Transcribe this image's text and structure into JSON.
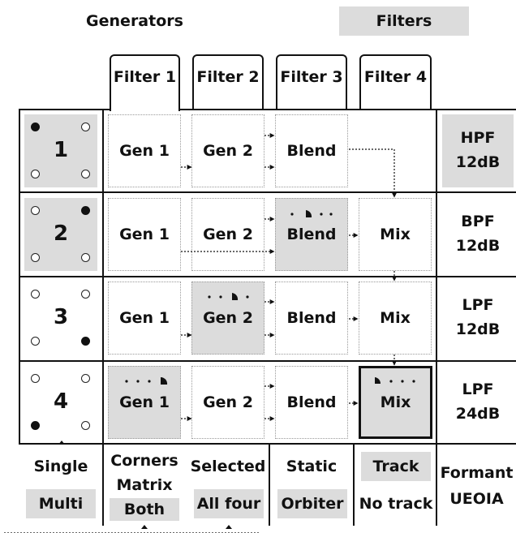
{
  "top": {
    "generators_label": "Generators",
    "filters_button": "Filters"
  },
  "tabs": [
    "Filter 1",
    "Filter 2",
    "Filter 3",
    "Filter 4"
  ],
  "rows": [
    {
      "number": "1",
      "cells": [
        "Gen 1",
        "Gen 2",
        "Blend",
        ""
      ],
      "filter_type": "HPF",
      "filter_slope": "12dB"
    },
    {
      "number": "2",
      "cells": [
        "Gen 1",
        "Gen 2",
        "Blend",
        "Mix"
      ],
      "filter_type": "BPF",
      "filter_slope": "12dB"
    },
    {
      "number": "3",
      "cells": [
        "Gen 1",
        "Gen 2",
        "Blend",
        "Mix"
      ],
      "filter_type": "LPF",
      "filter_slope": "12dB"
    },
    {
      "number": "4",
      "cells": [
        "Gen 1",
        "Gen 2",
        "Blend",
        "Mix"
      ],
      "filter_type": "LPF",
      "filter_slope": "24dB"
    }
  ],
  "bottom": {
    "single": "Single",
    "multi": "Multi",
    "corners": "Corners",
    "matrix": "Matrix",
    "both": "Both",
    "selected": "Selected",
    "all_four": "All four",
    "static": "Static",
    "orbiter": "Orbiter",
    "track": "Track",
    "no_track": "No track",
    "formant": "Formant",
    "ueoia": "UEOIA"
  }
}
